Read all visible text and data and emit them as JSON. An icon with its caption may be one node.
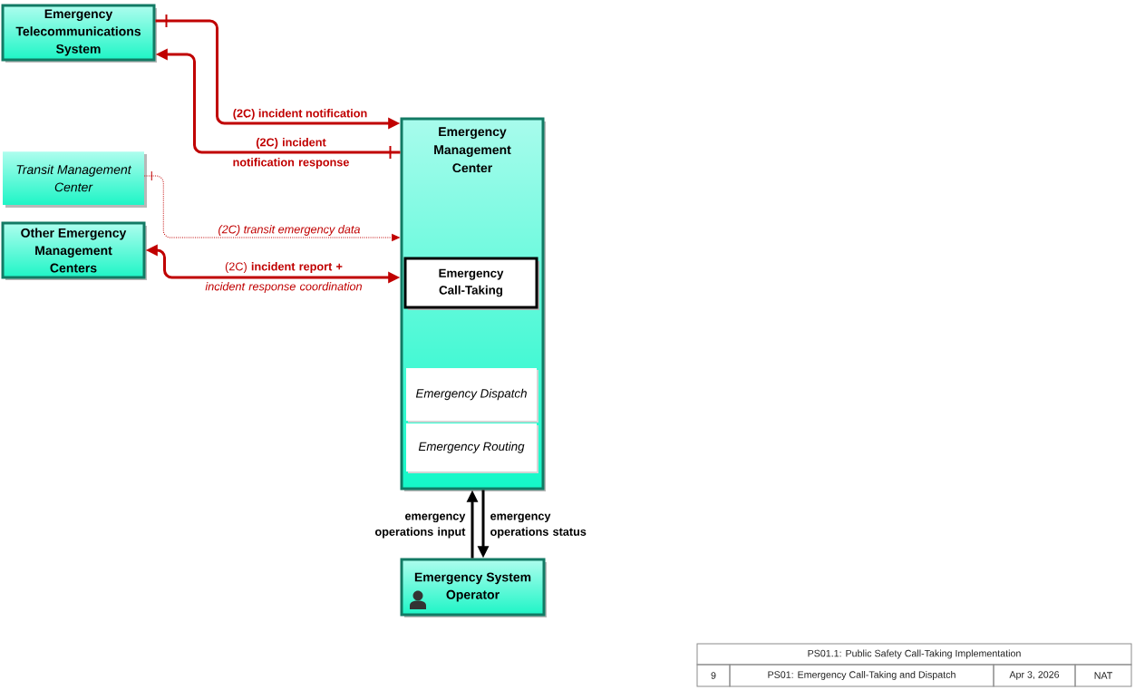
{
  "diagram": {
    "nodes": [
      {
        "text": [
          "Emergency Telecommunications System"
        ]
      },
      {
        "text": [
          "Transit Management Center"
        ]
      },
      {
        "text": [
          "Other Emergency Management Centers"
        ]
      },
      {
        "text": [
          "Emergency Management Center"
        ]
      },
      {
        "text": [
          "Emergency Call-Taking"
        ],
        "in": 3
      },
      {
        "text": [
          "Emergency Dispatch"
        ],
        "in": 3
      },
      {
        "text": [
          "Emergency Routing"
        ],
        "in": 3
      },
      {
        "text": [
          "Emergency System Operator"
        ]
      }
    ],
    "edges": [
      {
        "from": 0,
        "to": 3,
        "arrow": "to",
        "label": "(2C) incident notification"
      },
      {
        "from": 3,
        "to": 0,
        "arrow": "to",
        "label": "(2C) incident notification response"
      },
      {
        "from": 1,
        "to": 3,
        "arrow": "to",
        "label": "(2C) transit emergency data",
        "style": "dashed"
      },
      {
        "from": 2,
        "to": 3,
        "arrow": "both",
        "label": "(2C) **incident report +** *incident response coordination*"
      },
      {
        "from": 7,
        "to": 3,
        "arrow": "to",
        "label": "emergency operations input",
        "color": "#000000"
      },
      {
        "from": 3,
        "to": 7,
        "arrow": "to",
        "label": "emergency operations status",
        "color": "#000000"
      }
    ],
    "labels": [
      "PS01.1: Public Safety Call-Taking Implementation",
      "9",
      "PS01: Emergency Call-Taking and Dispatch",
      "Apr 3, 2026",
      "NAT"
    ]
  }
}
